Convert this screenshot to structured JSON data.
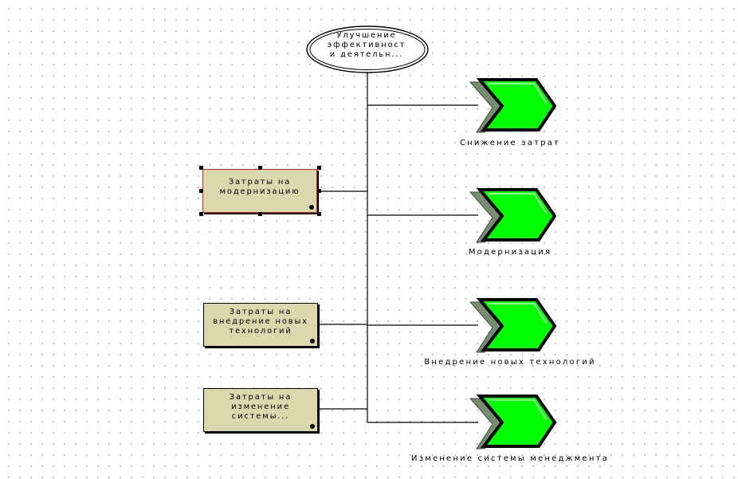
{
  "goal": {
    "lines": [
      "Улучшение",
      "эффективност",
      "и деятельн..."
    ]
  },
  "factors": [
    {
      "lines": [
        "Затраты на",
        "модернизацию"
      ],
      "selected": true
    },
    {
      "lines": [
        "Затраты на",
        "внедрение новых",
        "технологий"
      ],
      "selected": false
    },
    {
      "lines": [
        "Затраты на",
        "изменение",
        "системы..."
      ],
      "selected": false
    }
  ],
  "results": [
    {
      "label": "Снижение затрат"
    },
    {
      "label": "Модернизация"
    },
    {
      "label": "Внедрение новых технологий"
    },
    {
      "label": "Изменение системы менеджмента"
    }
  ],
  "colors": {
    "result_fill": "#00ff00",
    "result_shadow": "#768d72",
    "factor_fill": "#dad9ae",
    "selection_border": "#e0201c"
  }
}
